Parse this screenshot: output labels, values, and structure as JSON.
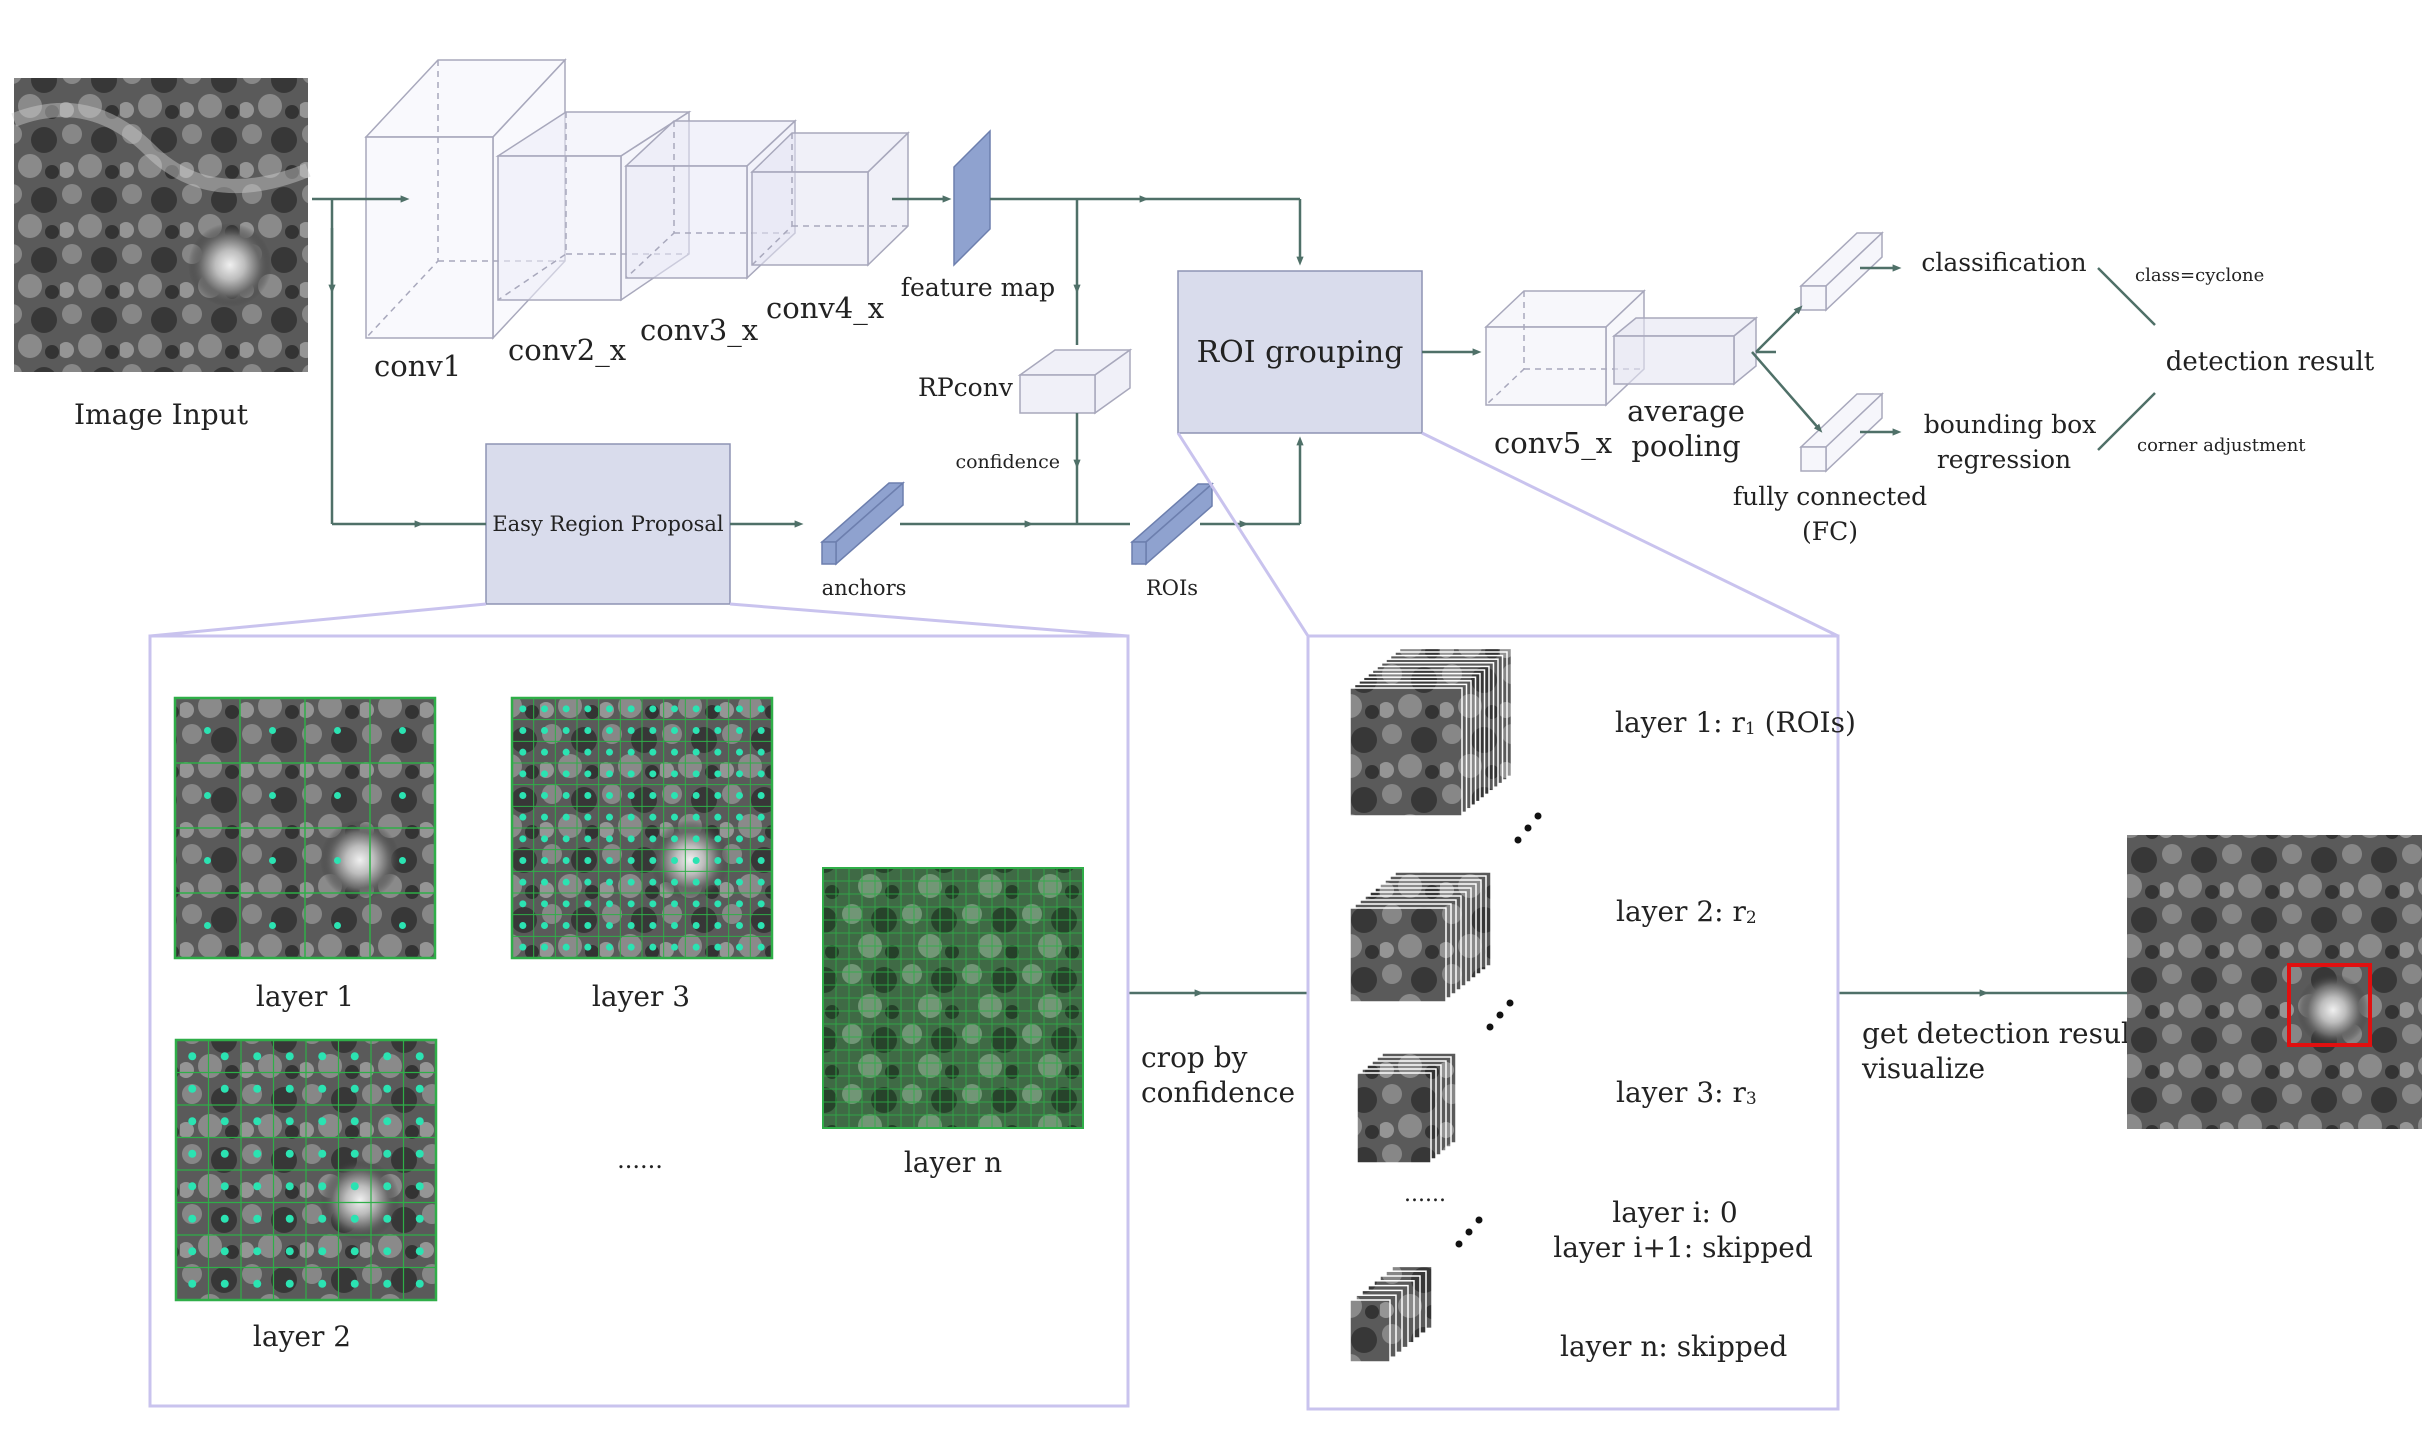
{
  "input": {
    "label": "Image Input"
  },
  "backbone": {
    "conv1": "conv1",
    "conv2": "conv2_x",
    "conv3": "conv3_x",
    "conv4": "conv4_x",
    "feature_map": "feature map"
  },
  "rpn": {
    "rpconv": "RPconv",
    "confidence": "confidence"
  },
  "proposal": {
    "easy_region_proposal": "Easy Region Proposal",
    "anchors": "anchors",
    "rois": "ROIs"
  },
  "head": {
    "roi_grouping": "ROI grouping",
    "conv5": "conv5_x",
    "avg_pool_line1": "average",
    "avg_pool_line2": "pooling",
    "fc_line1": "fully connected",
    "fc_line2": "(FC)",
    "classification": "classification",
    "bbox_line1": "bounding box",
    "bbox_line2": "regression",
    "class_note": "class=cyclone",
    "corner_note": "corner adjustment",
    "detection_result": "detection result"
  },
  "layers_panel": {
    "layer1": "layer 1",
    "layer2": "layer 2",
    "layer3": "layer 3",
    "ellipsis": "......",
    "layern": "layer n"
  },
  "crop": {
    "line1": "crop by",
    "line2": "confidence"
  },
  "roi_panel": {
    "r1_prefix": "layer 1: r",
    "r1_sub": "1",
    "r1_suffix": " (ROIs)",
    "r2_prefix": "layer 2: r",
    "r2_sub": "2",
    "r3_prefix": "layer 3: r",
    "r3_sub": "3",
    "ellipsis": "......",
    "layeri": "layer i: 0",
    "layeri1": "layer i+1: skipped",
    "layern": "layer n:  skipped"
  },
  "output": {
    "line1": "get detection result",
    "line2": "visualize"
  },
  "colors": {
    "arrow": "#4f7068",
    "box_fill": "#d9dcec",
    "box_stroke": "#8e93b4",
    "panel_stroke": "#c9c3ee",
    "slab_fill": "#8fa2cf",
    "grid_green": "#2fae48",
    "dot_cyan": "#2be3b2",
    "detect_red": "#e01010"
  }
}
